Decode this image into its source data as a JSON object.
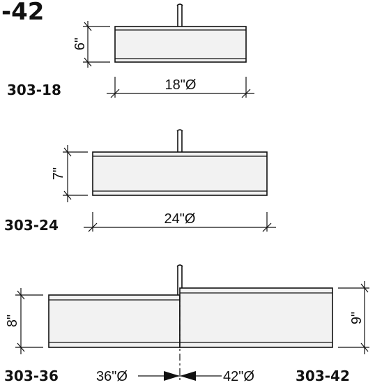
{
  "header": {
    "title": "-42"
  },
  "fixtures": [
    {
      "model": "303-18",
      "height_label": "6\"",
      "diameter_label": "18\"Ø"
    },
    {
      "model": "303-24",
      "height_label": "7\"",
      "diameter_label": "24\"Ø"
    },
    {
      "model": "303-36",
      "height_label": "8\"",
      "diameter_label": "36\"Ø"
    },
    {
      "model": "303-42",
      "height_label": "9\"",
      "diameter_label": "42\"Ø"
    }
  ]
}
